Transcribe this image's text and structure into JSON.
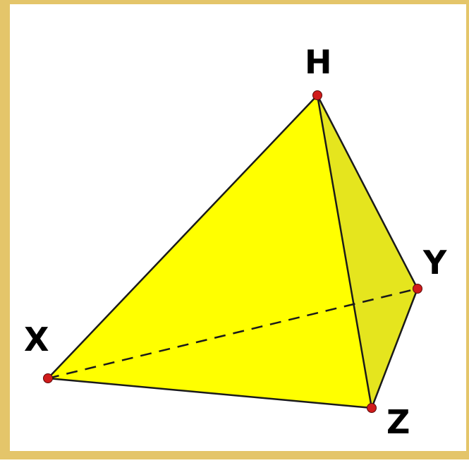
{
  "diagram": {
    "vertices": {
      "H": {
        "label": "H"
      },
      "X": {
        "label": "X"
      },
      "Y": {
        "label": "Y"
      },
      "Z": {
        "label": "Z"
      }
    },
    "edges": [
      {
        "from": "X",
        "to": "H",
        "style": "solid"
      },
      {
        "from": "H",
        "to": "Z",
        "style": "solid"
      },
      {
        "from": "H",
        "to": "Y",
        "style": "solid"
      },
      {
        "from": "X",
        "to": "Z",
        "style": "solid"
      },
      {
        "from": "Z",
        "to": "Y",
        "style": "solid"
      },
      {
        "from": "X",
        "to": "Y",
        "style": "dashed"
      }
    ],
    "colors": {
      "face_front": "#ffff00",
      "face_side": "#e5e51e",
      "edge": "#1a1a1a",
      "point": "#d01b1b",
      "frame": "#e4c56a"
    }
  }
}
